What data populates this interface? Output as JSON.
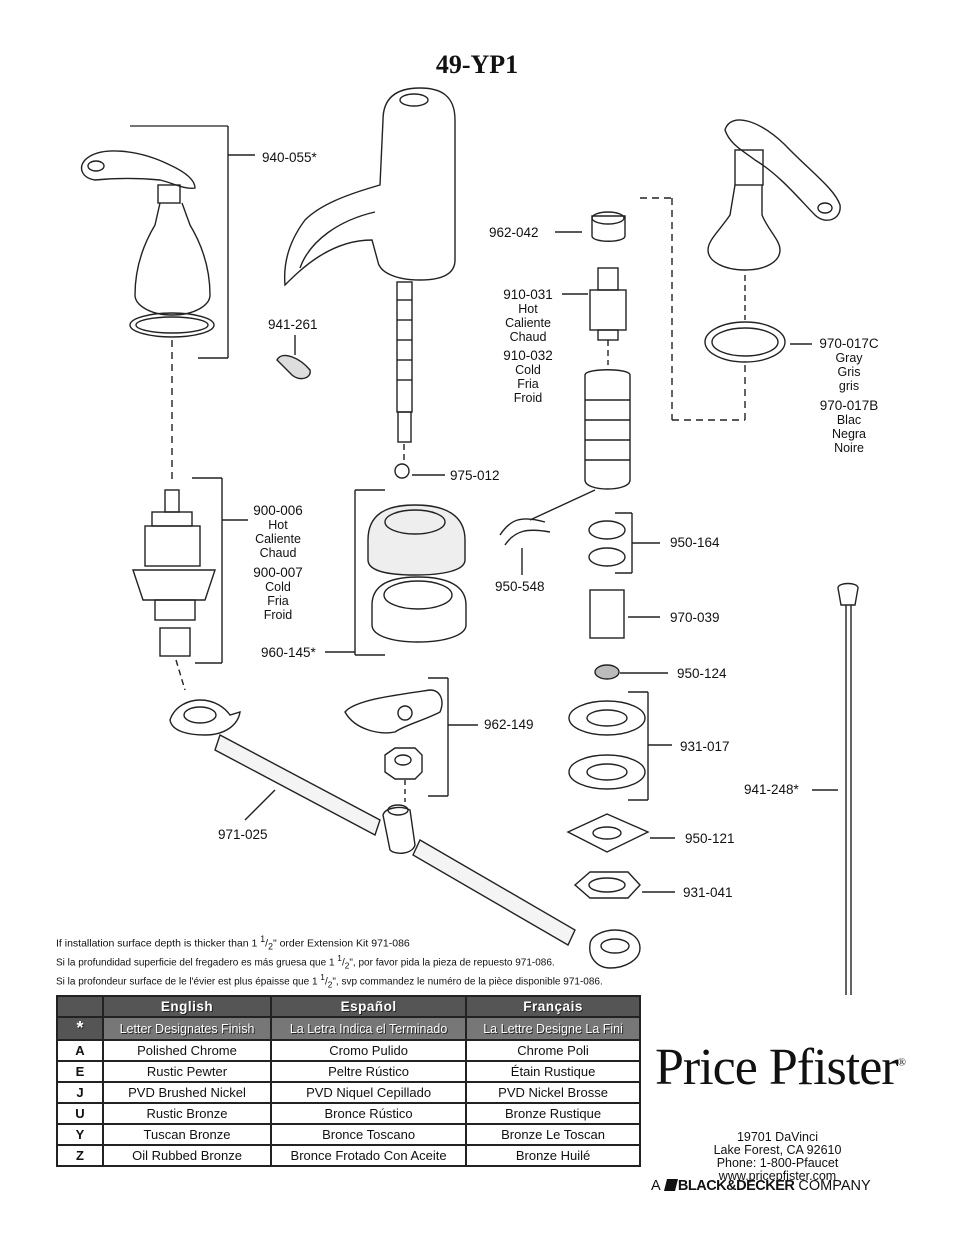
{
  "title": "49-YP1",
  "parts": {
    "p940055": "940-055*",
    "p941261": "941-261",
    "p962042": "962-042",
    "p910031": "910-031",
    "p910031_sub": [
      "Hot",
      "Caliente",
      "Chaud"
    ],
    "p910032": "910-032",
    "p910032_sub": [
      "Cold",
      "Fria",
      "Froid"
    ],
    "p970017C": "970-017C",
    "p970017C_sub": [
      "Gray",
      "Gris",
      "gris"
    ],
    "p970017B": "970-017B",
    "p970017B_sub": [
      "Blac",
      "Negra",
      "Noire"
    ],
    "p975012": "975-012",
    "p900006": "900-006",
    "p900006_sub": [
      "Hot",
      "Caliente",
      "Chaud"
    ],
    "p900007": "900-007",
    "p900007_sub": [
      "Cold",
      "Fria",
      "Froid"
    ],
    "p950548": "950-548",
    "p950164": "950-164",
    "p970039": "970-039",
    "p960145": "960-145*",
    "p950124": "950-124",
    "p962149": "962-149",
    "p931017": "931-017",
    "p941248": "941-248*",
    "p971025": "971-025",
    "p950121": "950-121",
    "p931041": "931-041"
  },
  "notes": {
    "en_a": "If installation surface depth is thicker than 1 ",
    "en_frac_num": "1",
    "en_frac_den": "2",
    "en_b": "\" order Extension Kit 971-086",
    "es_a": "Si la profundidad superficie del fregadero es más gruesa que 1 ",
    "es_b": "\", por favor pida la pieza de repuesto 971-086.",
    "fr_a": "Si la profondeur surface de le l'évier est plus épaisse que 1 ",
    "fr_b": "\", svp commandez le numéro de la pièce disponible 971-086."
  },
  "finish_table": {
    "headers": [
      "English",
      "Español",
      "Français"
    ],
    "star_row": {
      "code": "*",
      "cells": [
        "Letter Designates Finish",
        "La Letra Indica el Terminado",
        "La Lettre Designe La Fini"
      ]
    },
    "rows": [
      {
        "code": "A",
        "cells": [
          "Polished Chrome",
          "Cromo Pulido",
          "Chrome Poli"
        ]
      },
      {
        "code": "E",
        "cells": [
          "Rustic Pewter",
          "Peltre Rústico",
          "Étain Rustique"
        ]
      },
      {
        "code": "J",
        "cells": [
          "PVD Brushed Nickel",
          "PVD Niquel Cepillado",
          "PVD Nickel Brosse"
        ]
      },
      {
        "code": "U",
        "cells": [
          "Rustic Bronze",
          "Bronce Rústico",
          "Bronze Rustique"
        ]
      },
      {
        "code": "Y",
        "cells": [
          "Tuscan Bronze",
          "Bronce Toscano",
          "Bronze Le Toscan"
        ]
      },
      {
        "code": "Z",
        "cells": [
          "Oil Rubbed Bronze",
          "Bronce Frotado Con Aceite",
          "Bronze Huilé"
        ]
      }
    ]
  },
  "brand": {
    "logo_text": "Price Pfister",
    "registered": "®",
    "address": [
      "19701 DaVinci",
      "Lake Forest, CA 92610",
      "Phone: 1-800-Pfaucet",
      "www.pricepfister.com"
    ],
    "company_prefix": "A",
    "company_name": "BLACK&DECKER",
    "company_suffix": "COMPANY"
  }
}
